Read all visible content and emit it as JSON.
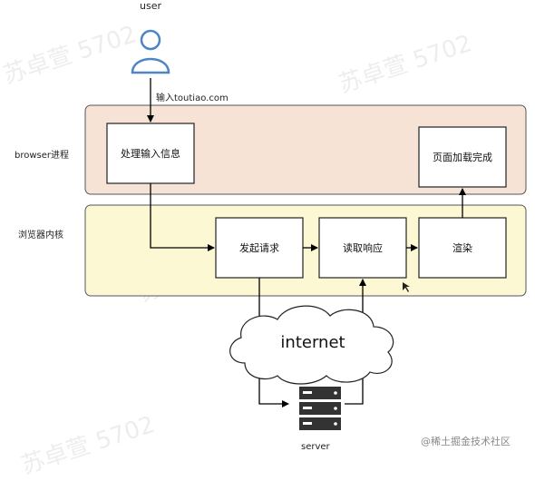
{
  "actors": {
    "user": "user",
    "server": "server"
  },
  "arrow_label": "输入toutiao.com",
  "lanes": {
    "browser": "browser进程",
    "kernel": "浏览器内核"
  },
  "boxes": {
    "process_input": "处理输入信息",
    "page_loaded": "页面加载完成",
    "send_request": "发起请求",
    "read_response": "读取响应",
    "render": "渲染"
  },
  "cloud": "internet",
  "watermarks": [
    "苏卓萱 5702",
    "苏卓萱 5702",
    "苏卓萱 5702",
    "苏卓萱 5702"
  ],
  "credit": "@稀土掘金技术社区",
  "colors": {
    "browser_lane": "#f6e3d6",
    "kernel_lane": "#fbf8d3",
    "user_icon": "#4d86c6",
    "server_icon": "#333333"
  }
}
